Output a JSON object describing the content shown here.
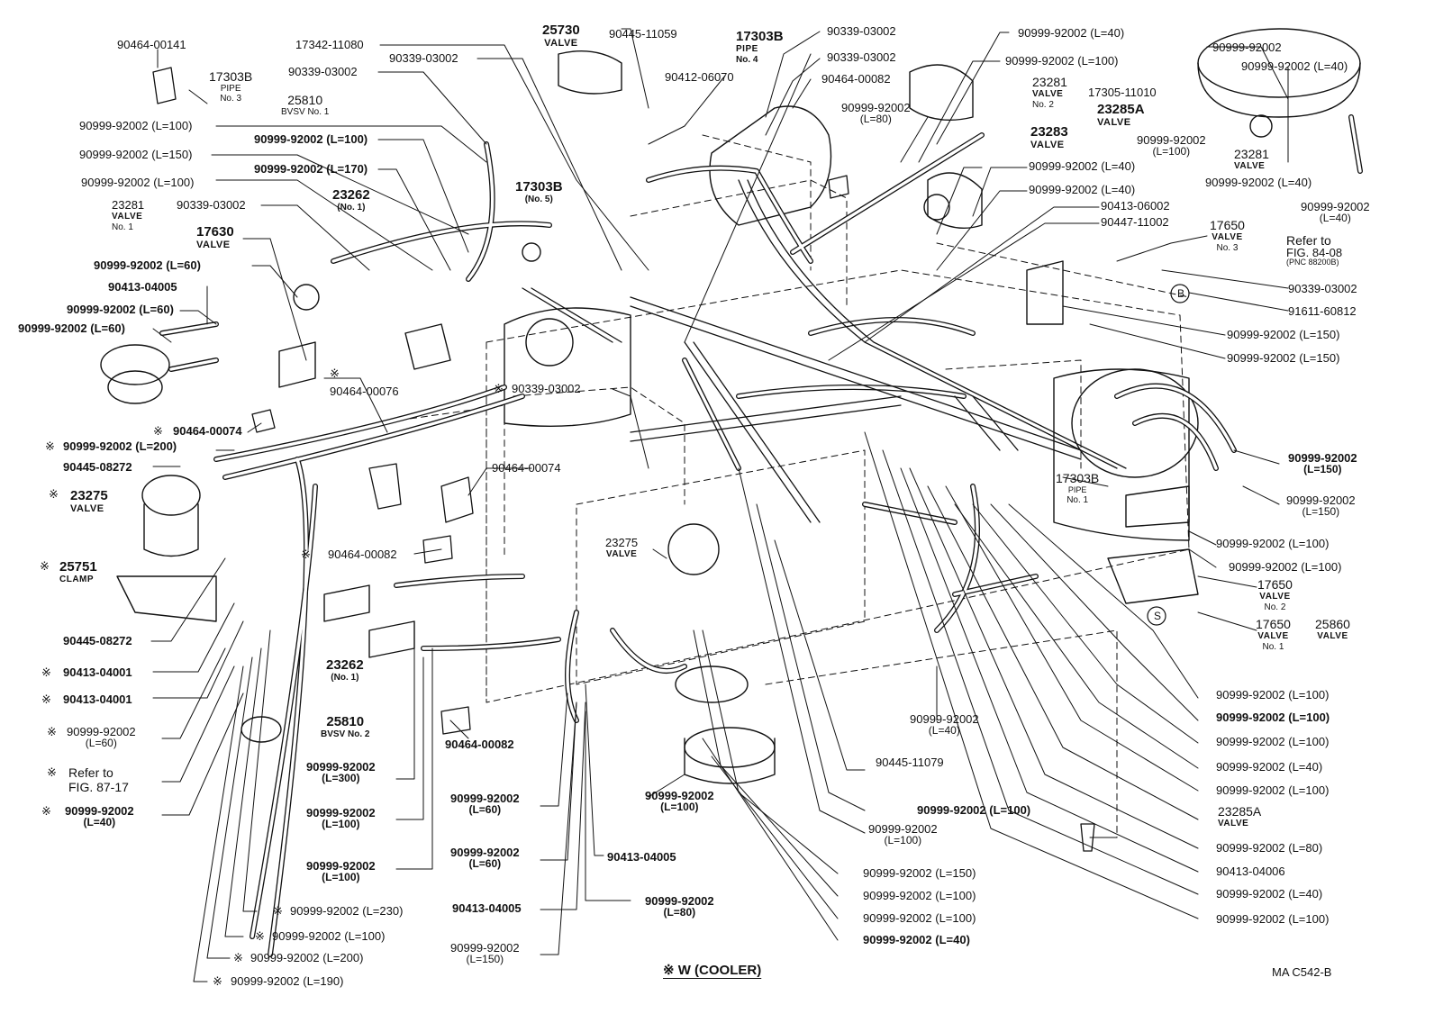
{
  "labels": {
    "l001": "90464-00141",
    "l002": "17303B",
    "l002s": "PIPE",
    "l002t": "No. 3",
    "l003": "17342-11080",
    "l004": "90339-03002",
    "l005": "25810",
    "l005s": "BVSV No. 1",
    "l006": "90999-92002 (L=100)",
    "l007": "90999-92002 (L=150)",
    "l008": "90999-92002 (L=100)",
    "l009": "90999-92002 (L=100)",
    "l010": "90999-92002 (L=170)",
    "l011": "23281",
    "l011s": "VALVE",
    "l011t": "No. 1",
    "l012": "90339-03002",
    "l013": "23262",
    "l013s": "(No. 1)",
    "l014": "17630",
    "l014s": "VALVE",
    "l015": "90999-92002 (L=60)",
    "l016": "90413-04005",
    "l017": "90999-92002 (L=60)",
    "l018": "90999-92002 (L=60)",
    "l019": "25730",
    "l019s": "VALVE",
    "l020": "90445-11059",
    "l021": "90339-03002",
    "l022": "17303B",
    "l022s": "(No. 5)",
    "l023": "17303B",
    "l023s": "PIPE",
    "l023t": "No. 4",
    "l024": "90412-06070",
    "l025": "90339-03002",
    "l026": "90339-03002",
    "l027": "90464-00082",
    "l028": "90999-92002",
    "l028s": "(L=80)",
    "l029": "90999-92002 (L=40)",
    "l030": "90999-92002 (L=100)",
    "l031": "23281",
    "l031s": "VALVE",
    "l031t": "No. 2",
    "l032": "23285A",
    "l032s": "VALVE",
    "l033": "23283",
    "l033s": "VALVE",
    "l034": "90999-92002",
    "l035": "90999-92002 (L=40)",
    "l036": "17305-11010",
    "l037": "90999-92002",
    "l037s": "(L=100)",
    "l038": "23281",
    "l038s": "VALVE",
    "l039": "90999-92002 (L=40)",
    "l040": "90999-92002 (L=40)",
    "l041": "90999-92002 (L=40)",
    "l042": "90999-92002",
    "l042s": "(L=40)",
    "l043": "90413-06002",
    "l044": "90447-11002",
    "l045": "17650",
    "l045s": "VALVE",
    "l045t": "No. 3",
    "l046": "Refer to",
    "l046s": "FIG. 84-08",
    "l046t": "(PNC 88200B)",
    "l047": "90339-03002",
    "l048": "91611-60812",
    "l049": "90999-92002 (L=150)",
    "l050": "90999-92002 (L=150)",
    "l051": "90464-00076",
    "l052": "90339-03002",
    "l053": "90464-00074",
    "l054": "90999-92002 (L=200)",
    "l055": "90445-08272",
    "l056": "90464-00074",
    "l057": "23275",
    "l057s": "VALVE",
    "l058": "25751",
    "l058s": "CLAMP",
    "l059": "90445-08272",
    "l060": "90413-04001",
    "l061": "90413-04001",
    "l062": "90999-92002",
    "l062s": "(L=60)",
    "l063": "Refer to",
    "l063s": "FIG. 87-17",
    "l064": "90999-92002",
    "l064s": "(L=40)",
    "l065": "90464-00082",
    "l066": "23262",
    "l066s": "(No. 1)",
    "l067": "25810",
    "l067s": "BVSV No. 2",
    "l068": "90464-00082",
    "l069": "23275",
    "l069s": "VALVE",
    "l070": "90999-92002",
    "l070s": "(L=300)",
    "l071": "90999-92002",
    "l071s": "(L=100)",
    "l072": "90999-92002",
    "l072s": "(L=100)",
    "l073": "90999-92002",
    "l073s": "(L=60)",
    "l074": "90999-92002",
    "l074s": "(L=100)",
    "l075": "90999-92002",
    "l075s": "(L=60)",
    "l076": "90413-04005",
    "l077": "90413-04005",
    "l078": "90999-92002",
    "l078s": "(L=80)",
    "l079": "90999-92002",
    "l079s": "(L=150)",
    "l080": "90999-92002 (L=230)",
    "l081": "90999-92002 (L=100)",
    "l082": "90999-92002 (L=200)",
    "l083": "90999-92002 (L=190)",
    "l084": "17303B",
    "l084s": "PIPE",
    "l084t": "No. 1",
    "l085": "90999-92002",
    "l085s": "(L=150)",
    "l086": "90999-92002",
    "l086s": "(L=150)",
    "l087": "90999-92002 (L=100)",
    "l088": "90999-92002 (L=100)",
    "l089": "17650",
    "l089s": "VALVE",
    "l089t": "No. 2",
    "l090": "17650",
    "l090s": "VALVE",
    "l090t": "No. 1",
    "l091": "25860",
    "l091s": "VALVE",
    "l092": "90999-92002",
    "l092s": "(L=40)",
    "l093": "90445-11079",
    "l094": "90999-92002 (L=100)",
    "l095": "90999-92002",
    "l095s": "(L=100)",
    "l096": "90999-92002 (L=100)",
    "l097": "90999-92002 (L=100)",
    "l098": "90999-92002 (L=100)",
    "l099": "90999-92002 (L=40)",
    "l100": "90999-92002 (L=100)",
    "l101": "23285A",
    "l101s": "VALVE",
    "l102": "90999-92002 (L=80)",
    "l103": "90413-04006",
    "l104": "90999-92002 (L=40)",
    "l105": "90999-92002 (L=100)",
    "l106": "90999-92002 (L=150)",
    "l107": "90999-92002 (L=100)",
    "l108": "90999-92002 (L=100)",
    "l109": "90999-92002 (L=40)"
  },
  "markers": {
    "star": "※",
    "circle_b": "B",
    "circle_s": "S"
  },
  "legend": "※ W (COOLER)",
  "code": "MA  C542-B"
}
